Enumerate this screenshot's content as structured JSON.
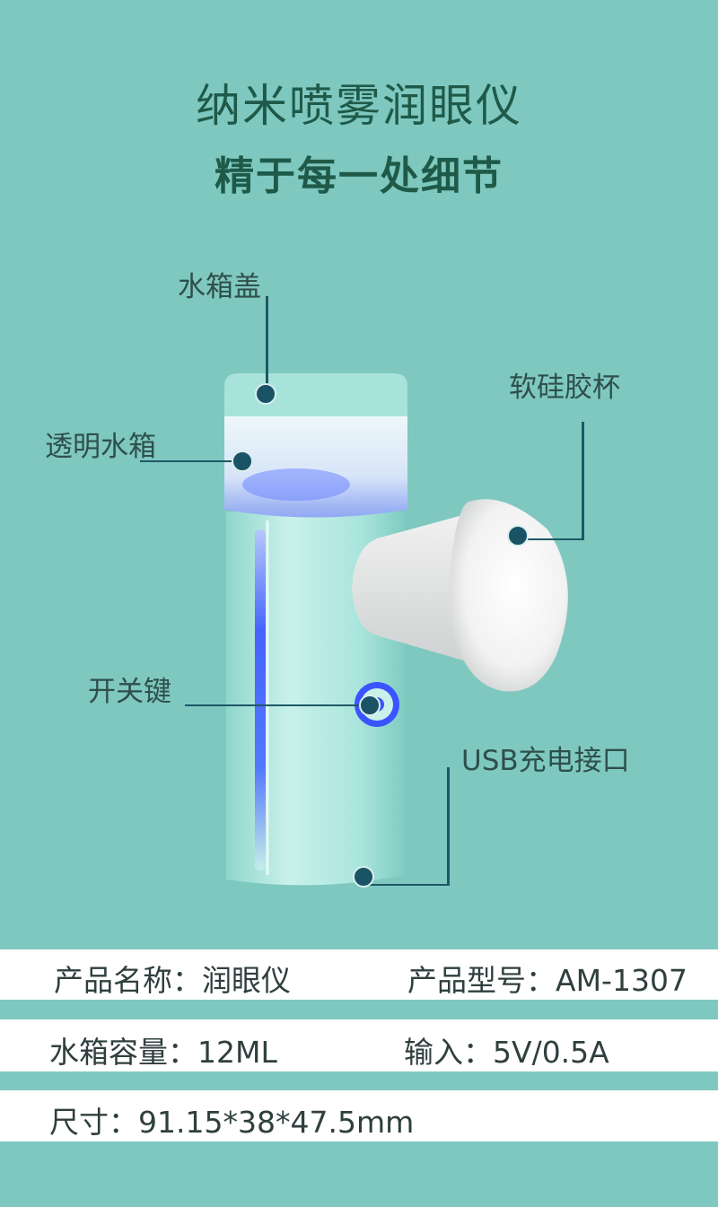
{
  "header": {
    "title": "纳米喷雾润眼仪",
    "subtitle": "精于每一处细节"
  },
  "callouts": {
    "tank_lid": "水箱盖",
    "transparent_tank": "透明水箱",
    "silicone_cup": "软硅胶杯",
    "power_button": "开关键",
    "usb_port": "USB充电接口"
  },
  "specs": {
    "name": "产品名称：润眼仪",
    "model": "产品型号：AM-1307",
    "capacity": "水箱容量：12ML",
    "input": "输入：5V/0.5A",
    "size": "尺寸：91.15*38*47.5mm"
  },
  "colors": {
    "background": "#7ec8c0",
    "title": "#1f5a48",
    "callout_line": "#1e5866",
    "device_body": "#a8e4dc",
    "led_blue": "#3a55ff"
  }
}
